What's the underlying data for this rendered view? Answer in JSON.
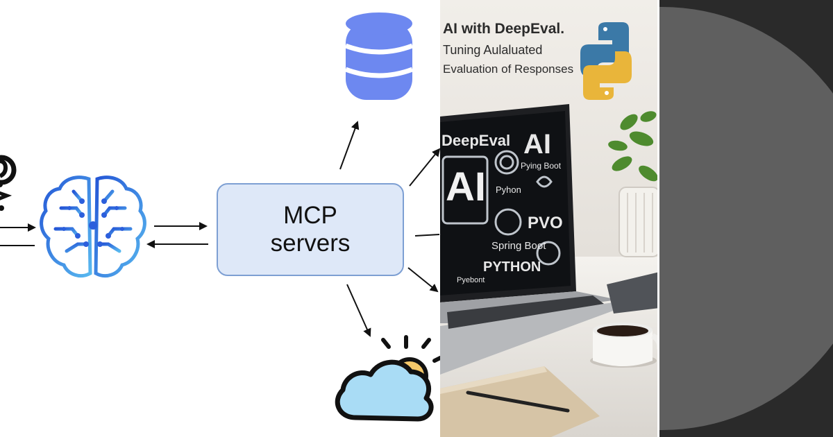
{
  "diagram": {
    "node_label_line1": "MCP",
    "node_label_line2": "servers",
    "icons": [
      "question-icon",
      "brain-icon",
      "database-icon",
      "cloud-sun-icon"
    ]
  },
  "photo": {
    "wall_title": "AI with DeepEval.",
    "wall_line2": "Tuning  Aulaluated",
    "wall_line3": "Evaluation of Responses",
    "screen_label_deepeval": "DeepEval",
    "screen_label_ai_big": "AI",
    "screen_label_ai": "AI",
    "screen_label_pying": "Pying Boot",
    "screen_label_pyhon": "Pyhon",
    "screen_label_pvo": "PVO",
    "screen_label_spring": "Spring Boot",
    "screen_label_python": "PYTHON",
    "screen_label_pyebont": "Pyebont",
    "icons": [
      "python-logo-icon",
      "laptop-icon",
      "coffee-mug-icon",
      "plant-icon",
      "notebook-icon",
      "pen-icon"
    ]
  },
  "colors": {
    "mcp_fill": "#dee8f8",
    "mcp_border": "#7d9fd3",
    "brain_blue": "#3f7fe0",
    "database_blue": "#6d88f0",
    "cloud_fill": "#a9dcf5",
    "sun_fill": "#f6c96a",
    "dark_panel": "#2a2a2a",
    "dark_circle": "#5f5f5f"
  }
}
